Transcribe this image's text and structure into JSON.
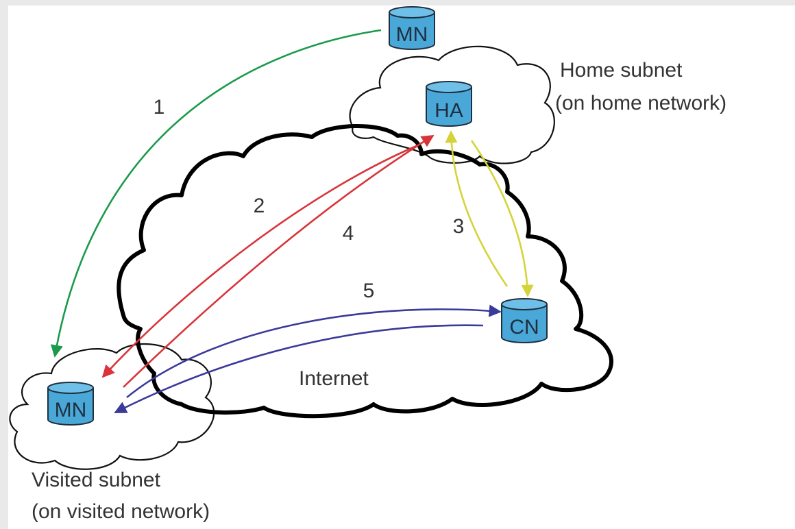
{
  "diagram": {
    "nodes": {
      "mn_home": {
        "label": "MN",
        "icon": "database-cylinder-icon"
      },
      "ha": {
        "label": "HA",
        "icon": "database-cylinder-icon"
      },
      "cn": {
        "label": "CN",
        "icon": "database-cylinder-icon"
      },
      "mn_visited": {
        "label": "MN",
        "icon": "database-cylinder-icon"
      }
    },
    "regions": {
      "home_subnet": {
        "line1": "Home subnet",
        "line2": "(on home network)"
      },
      "internet": {
        "label": "Internet"
      },
      "visited_subnet": {
        "line1": "Visited subnet",
        "line2": "(on visited network)"
      }
    },
    "steps": {
      "s1": "1",
      "s2": "2",
      "s3": "3",
      "s4": "4",
      "s5": "5"
    },
    "colors": {
      "step1": "#1a9a4a",
      "step2_4": "#d8343a",
      "step3": "#d8d83a",
      "step5": "#3a3a9a",
      "node_fill": "#4aa8d8",
      "cloud_outline": "#000000"
    }
  }
}
